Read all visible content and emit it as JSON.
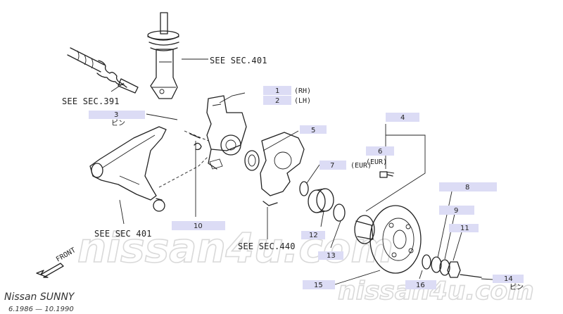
{
  "callouts": [
    {
      "num": "1",
      "suffix": "(RH)"
    },
    {
      "num": "2",
      "suffix": "(LH)"
    },
    {
      "num": "3",
      "sub": "ピン"
    },
    {
      "num": "4"
    },
    {
      "num": "5"
    },
    {
      "num": "6",
      "sub": "(EUR)"
    },
    {
      "num": "7",
      "suffix": "(EUR)"
    },
    {
      "num": "8"
    },
    {
      "num": "9"
    },
    {
      "num": "10"
    },
    {
      "num": "11"
    },
    {
      "num": "12"
    },
    {
      "num": "13"
    },
    {
      "num": "14",
      "sub": "ピン"
    },
    {
      "num": "15"
    },
    {
      "num": "16"
    }
  ],
  "references": {
    "sec401_top": "SEE SEC.401",
    "sec391": "SEE SEC.391",
    "sec401_bottom": "SEE SEC 401",
    "sec440": "SEE SEC.440"
  },
  "front_label": "FRONT",
  "watermark_center": "nissan4u.com",
  "watermark_corner": "nissan4u.com",
  "model_name": "Nissan SUNNY",
  "production_range": "6.1986 — 10.1990",
  "colors": {
    "hotspot": "#dcdcf5",
    "ink": "#222222",
    "watermark": "#d9d9d9"
  }
}
